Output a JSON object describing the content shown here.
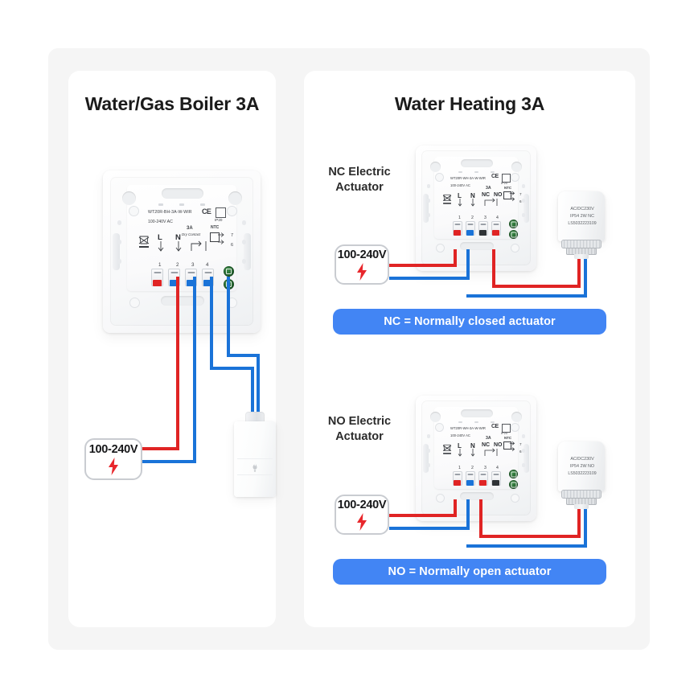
{
  "panels": {
    "left": {
      "title": "Water/Gas Boiler 3A",
      "thermostat": {
        "model": "WT20R-BH-3A-W-WIR",
        "voltage": "100-240V AC",
        "ce_mark": "CE",
        "ip_rating": "IP20",
        "terminal_labels": [
          "L",
          "N"
        ],
        "relay_rating": "3A",
        "relay_type": "Dry Contact",
        "ntc_label": "NTC",
        "terminal_numbers": [
          "1",
          "2",
          "3",
          "4"
        ],
        "ntc_numbers": [
          "7",
          "6"
        ]
      },
      "power": {
        "label": "100-240V",
        "icon": "lightning-bolt-icon"
      },
      "boiler": {
        "icon": "flame-icon"
      }
    },
    "right": {
      "title": "Water Heating 3A",
      "rows": [
        {
          "side_label": "NC Electric\nActuator",
          "side_label_line1": "NC Electric",
          "side_label_line2": "Actuator",
          "thermostat": {
            "model": "WT20R-WH-3A-W-WIR",
            "voltage": "100-240V AC",
            "ce_mark": "CE",
            "ip_rating": "IP20",
            "terminal_labels": [
              "L",
              "N",
              "NC",
              "NO"
            ],
            "relay_rating": "3A",
            "ntc_label": "NTC",
            "terminal_numbers": [
              "1",
              "2",
              "3",
              "4"
            ],
            "ntc_numbers": [
              "7",
              "6"
            ]
          },
          "power": {
            "label": "100-240V",
            "icon": "lightning-bolt-icon"
          },
          "actuator": {
            "line1": "AC/DC230V",
            "line2": "IP54  2W NC",
            "line3": "LS5032223109"
          },
          "banner": "NC = Normally closed actuator"
        },
        {
          "side_label_line1": "NO Electric",
          "side_label_line2": "Actuator",
          "thermostat": {
            "model": "WT20R-WH-3A-W-WIR",
            "voltage": "100-240V AC",
            "ce_mark": "CE",
            "ip_rating": "IP20",
            "terminal_labels": [
              "L",
              "N",
              "NC",
              "NO"
            ],
            "relay_rating": "3A",
            "ntc_label": "NTC",
            "terminal_numbers": [
              "1",
              "2",
              "3",
              "4"
            ],
            "ntc_numbers": [
              "7",
              "6"
            ]
          },
          "power": {
            "label": "100-240V",
            "icon": "lightning-bolt-icon"
          },
          "actuator": {
            "line1": "AC/DC230V",
            "line2": "IP54  2W NO",
            "line3": "LS5032223109"
          },
          "banner": "NO = Normally open actuator"
        }
      ]
    }
  },
  "colors": {
    "live_wire": "#e02424",
    "neutral_wire": "#1a73d8",
    "banner": "#4285f4",
    "background": "#f5f5f5",
    "card": "#ffffff"
  }
}
